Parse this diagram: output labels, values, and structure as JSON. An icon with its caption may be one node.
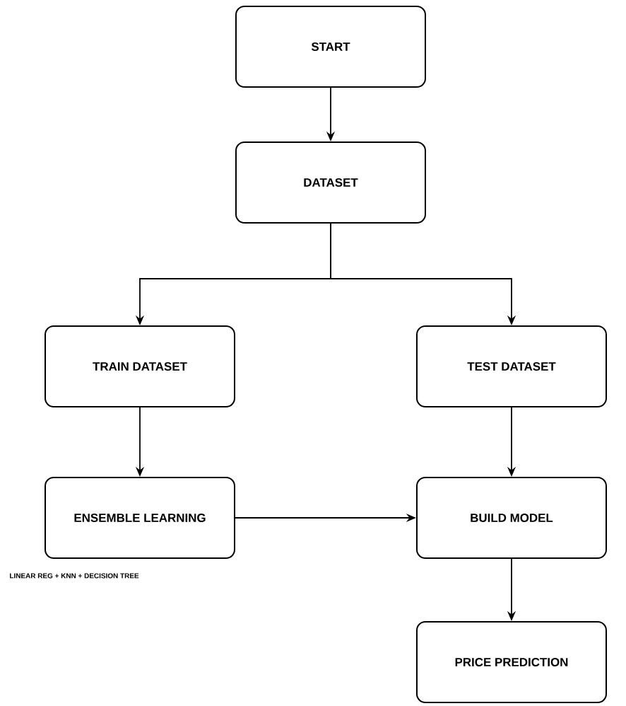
{
  "diagram": {
    "nodes": [
      {
        "text": [
          "START"
        ]
      },
      {
        "text": [
          "DATASET"
        ]
      },
      {
        "text": [
          "TRAIN DATASET"
        ]
      },
      {
        "text": [
          "TEST DATASET"
        ]
      },
      {
        "text": [
          "ENSEMBLE LEARNING"
        ],
        "beside": [
          "LINEAR REG + KNN + DECISION TREE"
        ]
      },
      {
        "text": [
          "BUILD MODEL"
        ]
      },
      {
        "text": [
          "PRICE PREDICTION"
        ]
      }
    ],
    "edges": [
      {
        "from": 0,
        "to": 1,
        "arrow": "to"
      },
      {
        "from": 1,
        "to": 2,
        "arrow": "to"
      },
      {
        "from": 1,
        "to": 3,
        "arrow": "to"
      },
      {
        "from": 2,
        "to": 4,
        "arrow": "to"
      },
      {
        "from": 3,
        "to": 5,
        "arrow": "to"
      },
      {
        "from": 4,
        "to": 5,
        "arrow": "to"
      },
      {
        "from": 5,
        "to": 6,
        "arrow": "to"
      }
    ]
  }
}
